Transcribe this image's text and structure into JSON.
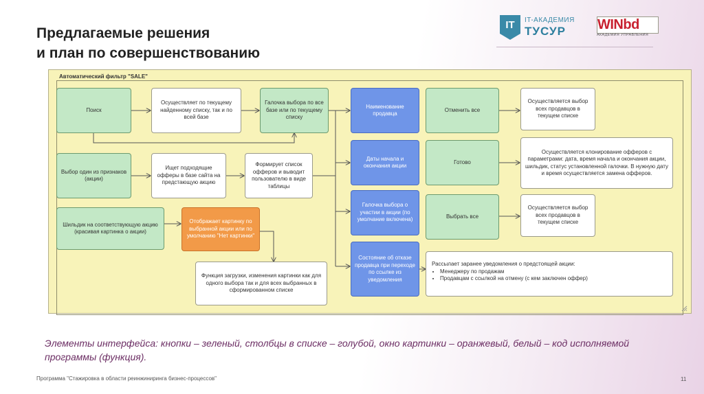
{
  "title": {
    "line1": "Предлагаемые решения",
    "line2": "и план по совершенствованию"
  },
  "logos": {
    "it_badge": "IT",
    "academy_line1": "IT-АКАДЕМИЯ",
    "academy_line2": "ТУСУР",
    "winbd": "WINbd",
    "winbd_sub": "АКАДЕМИЯ УПРАВЛЕНИЯ"
  },
  "diagram": {
    "label": "Автоматический фильтр \"SALE\"",
    "nodes": {
      "search": "Поиск",
      "search_desc": "Осуществляет по текущему найденному списку, так и по всей базе",
      "checkbox_all": "Галочка выбора по все базе или по текущему списку",
      "select_feature": "Выбор один из признаков (акции)",
      "find_offers": "Ищет подходящие офферы в базе сайта на предстающую акцию",
      "form_list": "Формирует список офферов и выводит пользователю в виде таблицы",
      "badge_btn": "Шильдик на соответствующую акцию\n(красивая картинка о акции)",
      "image_window": "Отображает картинку по выбранной акции или по умолчанию \"Нет картинки\"",
      "upload_func": "Функция загрузки, изменения картинки как для одного выбора так и для всех выбранных в сформированном списке",
      "col_name": "Наименование продавца",
      "col_dates": "Даты начала и окончания акции",
      "col_participation": "Галочка выбора о участии в акции (по умолчание включена)",
      "col_refusal": "Состояние об отказе продавца при переходе по ссылке из уведомления",
      "cancel_all": "Отменить все",
      "done": "Готово",
      "select_all": "Выбрать все",
      "cancel_desc": "Осуществляется выбор всех продавцов в текущем списке",
      "done_desc": "Осуществляется клонирование офферов с параметрами: дата, время начала и окончания акции, шильдик, статус установленной галочки. В нужную дату и время осуществляется замена офферов.",
      "select_desc": "Осуществляется выбор всех продавцов в текущем списке",
      "notify_title": "Рассылает заранее уведомления о предстоящей акции:",
      "notify_items": [
        "Менеджеру по продажам",
        "Продавцам с ссылкой на отмену (с кем заключен оффер)"
      ]
    }
  },
  "caption": "Элементы интерфейса: кнопки – зеленый, столбцы в списке – голубой, окно картинки – оранжевый, белый – код исполняемой программы (функция).",
  "footer": "Программа \"Стажировка в области реинжиниринга бизнес-процессов\"",
  "page_number": "11",
  "colors": {
    "button": "#c3e8c6",
    "column": "#6f95e8",
    "image_window": "#f29a48",
    "function": "#ffffff",
    "panel": "#f8f3b9",
    "caption": "#6b2d63"
  }
}
